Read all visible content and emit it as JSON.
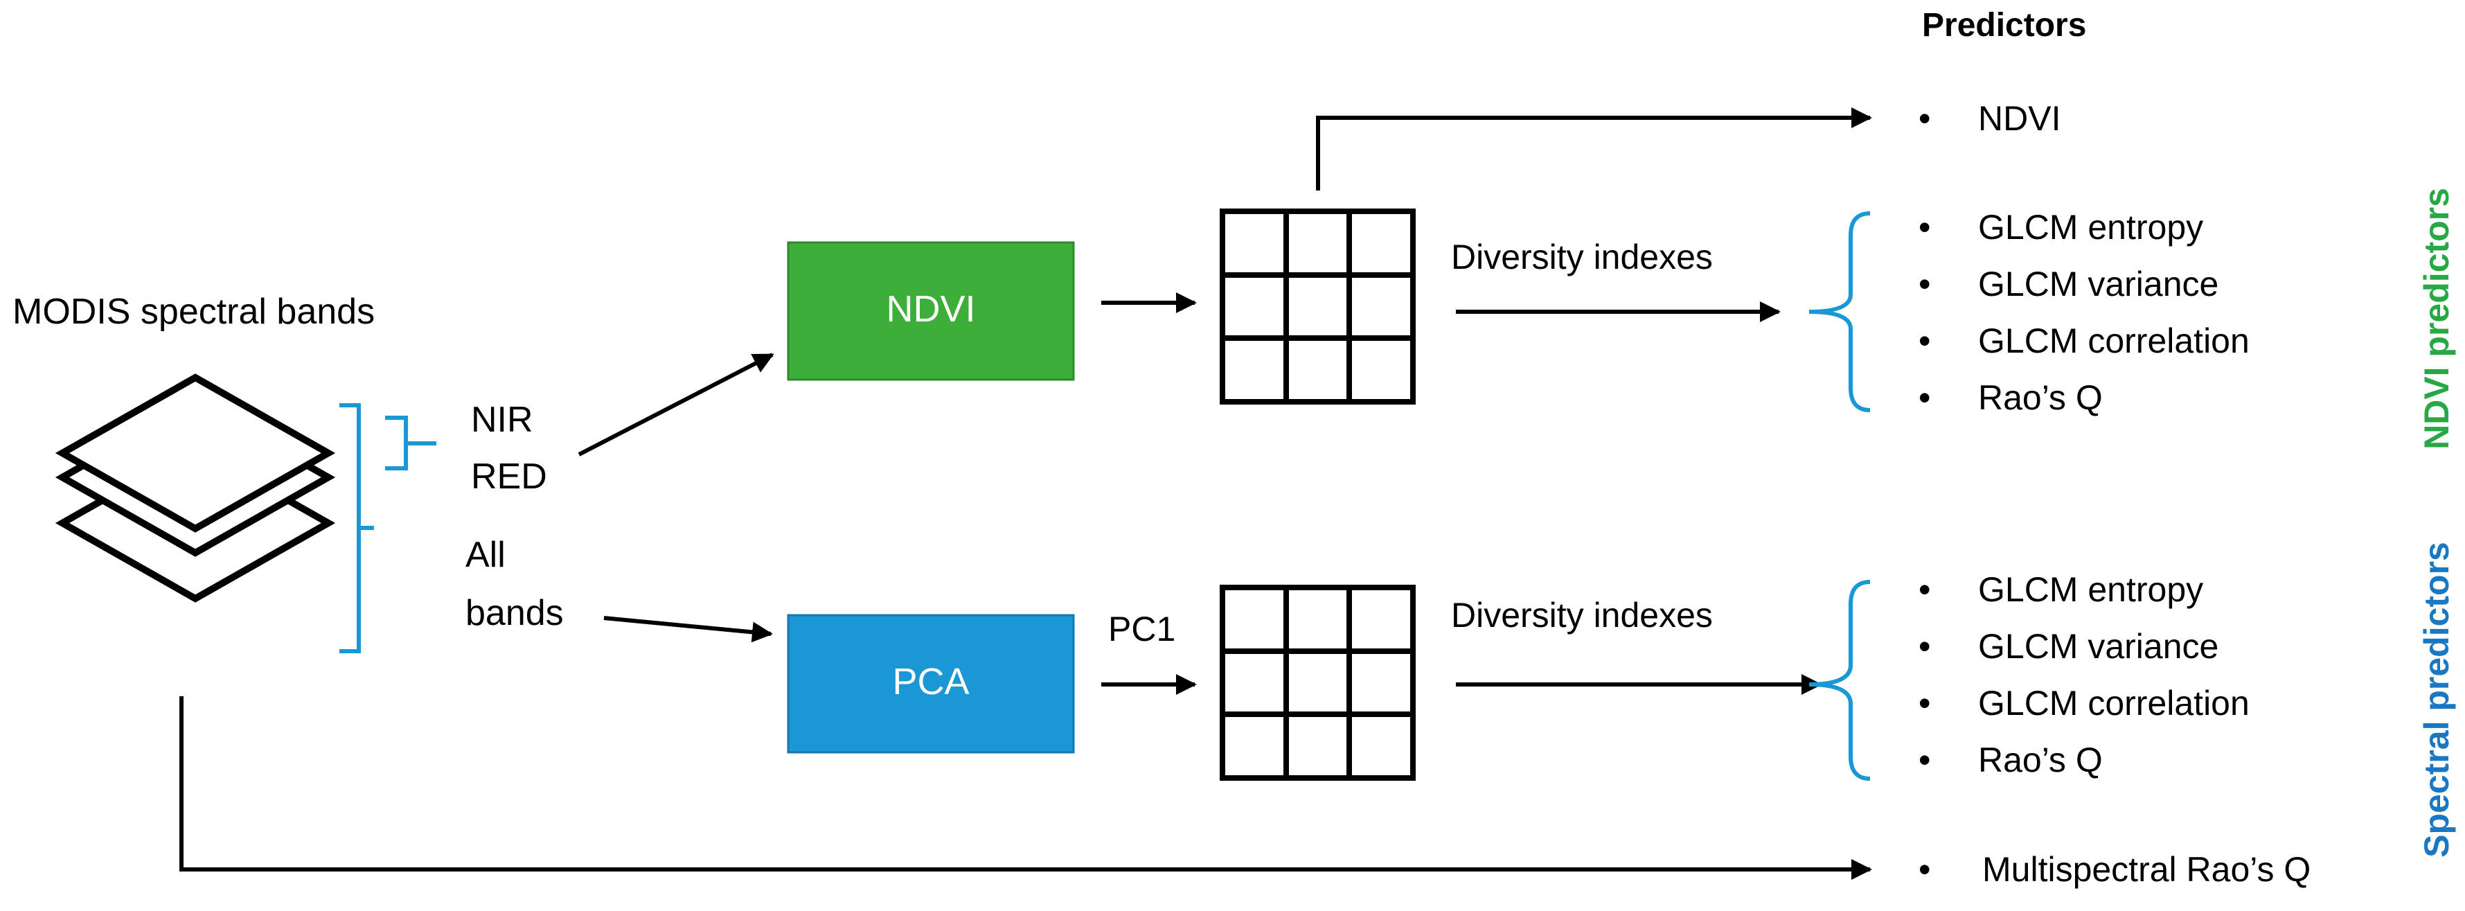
{
  "header": {
    "predictors_title": "Predictors"
  },
  "source": {
    "title": "MODIS spectral bands",
    "nir": "NIR",
    "red": "RED",
    "all_line1": "All",
    "all_line2": "bands"
  },
  "boxes": {
    "ndvi": {
      "label": "NDVI",
      "color": "#3eae3a"
    },
    "pca": {
      "label": "PCA",
      "color": "#1a98d5"
    }
  },
  "flow": {
    "pc1": "PC1",
    "diversity_top": "Diversity indexes",
    "diversity_bottom": "Diversity indexes"
  },
  "predictors": {
    "ndvi_direct": "NDVI",
    "ndvi_group": [
      "GLCM entropy",
      "GLCM variance",
      "GLCM correlation",
      "Rao’s Q"
    ],
    "spectral_group": [
      "GLCM entropy",
      "GLCM variance",
      "GLCM correlation",
      "Rao’s Q"
    ],
    "multispectral": "Multispectral Rao’s Q",
    "bullet": "•"
  },
  "side_labels": {
    "ndvi_predictors": "NDVI predictors",
    "spectral_predictors": "Spectral predictors"
  },
  "colors": {
    "bracket": "#1a98d5",
    "green_text": "#27a845",
    "blue_text": "#1a78c2"
  }
}
